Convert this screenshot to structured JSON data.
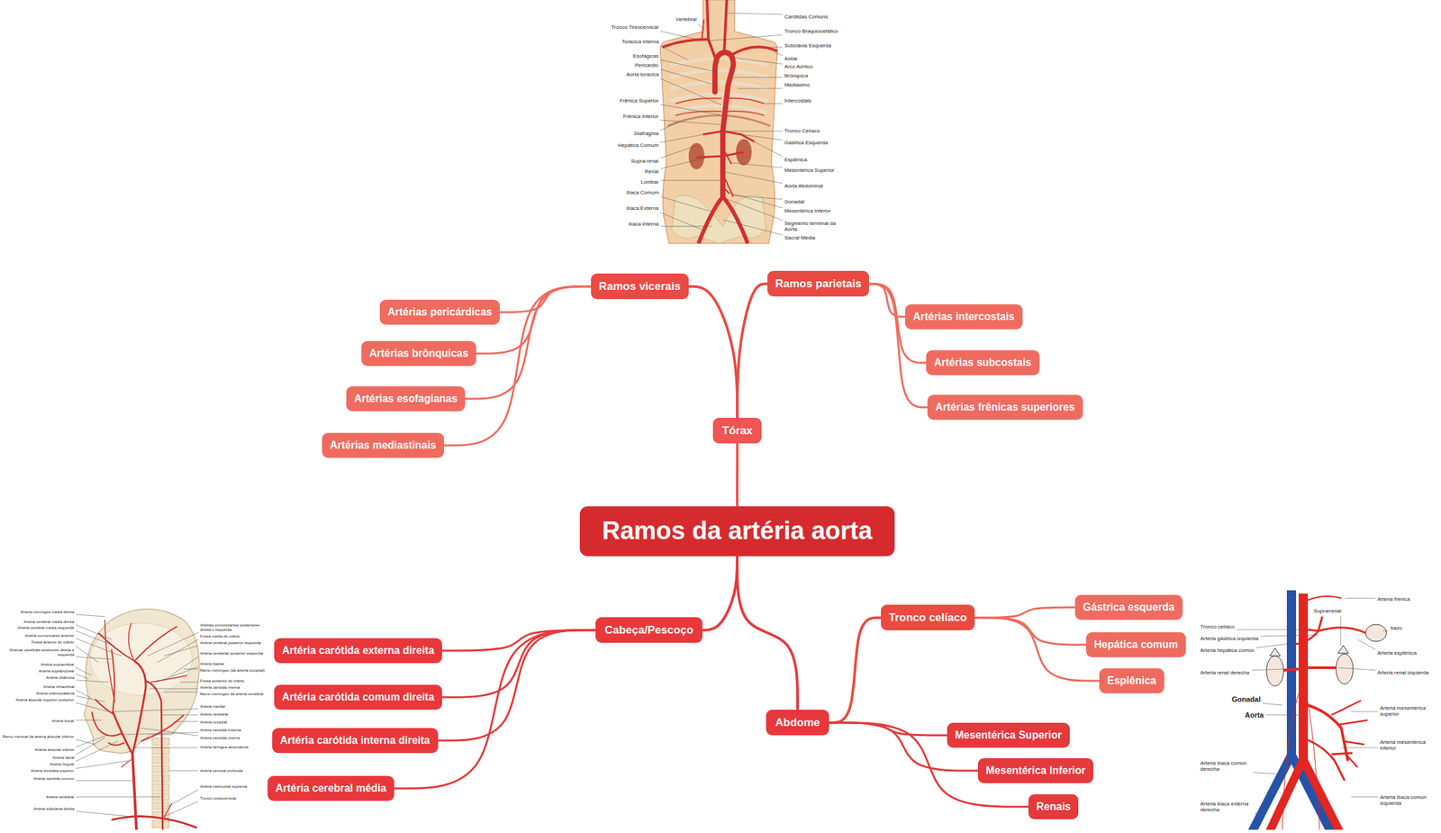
{
  "diagram": {
    "nodes": [
      {
        "text": [
          "Ramos da artéria aorta"
        ]
      },
      {
        "text": [
          "Tórax"
        ]
      },
      {
        "text": [
          "Ramos vicerais"
        ]
      },
      {
        "text": [
          "Artérias pericárdicas"
        ]
      },
      {
        "text": [
          "Artérias brônquicas"
        ]
      },
      {
        "text": [
          "Artérias esofagianas"
        ]
      },
      {
        "text": [
          "Artérias mediastinais"
        ]
      },
      {
        "text": [
          "Ramos parietais"
        ]
      },
      {
        "text": [
          "Artérias intercostais"
        ]
      },
      {
        "text": [
          "Artérias subcostais"
        ]
      },
      {
        "text": [
          "Artérias frênicas superiores"
        ]
      },
      {
        "text": [
          "Cabeça/Pescoço"
        ]
      },
      {
        "text": [
          "Artéria carótida externa direita"
        ]
      },
      {
        "text": [
          "Artéria carótida comum direita"
        ]
      },
      {
        "text": [
          "Artéria carótida interna direita"
        ]
      },
      {
        "text": [
          "Artéria cerebral média"
        ]
      },
      {
        "text": [
          "Abdome"
        ]
      },
      {
        "text": [
          "Tronco celíaco"
        ]
      },
      {
        "text": [
          "Gástrica esquerda"
        ]
      },
      {
        "text": [
          "Hepática comum"
        ]
      },
      {
        "text": [
          "Esplênica"
        ]
      },
      {
        "text": [
          "Mesentérica Superior"
        ]
      },
      {
        "text": [
          "Mesentérica Inferior"
        ]
      },
      {
        "text": [
          "Renais"
        ]
      }
    ],
    "edges": [
      {
        "from": 0,
        "to": 1,
        "arrow": "none"
      },
      {
        "from": 1,
        "to": 2,
        "arrow": "none"
      },
      {
        "from": 2,
        "to": 3,
        "arrow": "none"
      },
      {
        "from": 2,
        "to": 4,
        "arrow": "none"
      },
      {
        "from": 2,
        "to": 5,
        "arrow": "none"
      },
      {
        "from": 2,
        "to": 6,
        "arrow": "none"
      },
      {
        "from": 1,
        "to": 7,
        "arrow": "none"
      },
      {
        "from": 7,
        "to": 8,
        "arrow": "none"
      },
      {
        "from": 7,
        "to": 9,
        "arrow": "none"
      },
      {
        "from": 7,
        "to": 10,
        "arrow": "none"
      },
      {
        "from": 0,
        "to": 11,
        "arrow": "none"
      },
      {
        "from": 11,
        "to": 12,
        "arrow": "none"
      },
      {
        "from": 11,
        "to": 13,
        "arrow": "none"
      },
      {
        "from": 11,
        "to": 14,
        "arrow": "none"
      },
      {
        "from": 11,
        "to": 15,
        "arrow": "none"
      },
      {
        "from": 0,
        "to": 16,
        "arrow": "none"
      },
      {
        "from": 16,
        "to": 17,
        "arrow": "none"
      },
      {
        "from": 17,
        "to": 18,
        "arrow": "none"
      },
      {
        "from": 17,
        "to": 19,
        "arrow": "none"
      },
      {
        "from": 17,
        "to": 20,
        "arrow": "none"
      },
      {
        "from": 16,
        "to": 21,
        "arrow": "none"
      },
      {
        "from": 16,
        "to": 22,
        "arrow": "none"
      },
      {
        "from": 16,
        "to": 23,
        "arrow": "none"
      }
    ],
    "labels": [
      "Carótidas Comuns",
      "Tronco Braquiocefálico",
      "Subclávia Esquerda",
      "Axilar",
      "Arco Aórtico",
      "Brônquica",
      "Mediastino",
      "Intercostais",
      "Tronco Celíaco",
      "Gástrica Esquerda",
      "Esplênica",
      "Mesentérica Superior",
      "Aorta Abdominal",
      "Gonadal",
      "Mesentérica Inferior",
      "Segmento terminal da Aorta",
      "Sacral Média",
      "Vertebral",
      "Tronco Tireocervical",
      "Torácica interna",
      "Esofágicas",
      "Pericárdio",
      "Aorta torácica",
      "Frênica Superior",
      "Frênica Inferior",
      "Diafragma",
      "Hepática Comum",
      "Supra-renal",
      "Renal",
      "Lombar",
      "Ilíaca Comum",
      "Ilíaca Externa",
      "Ilíaca Interna",
      "Artéria meníngea média direita",
      "Artéria cerebral média direita",
      "Artéria cerebral média esquerda",
      "Artéria comunicante anterior",
      "Fossa anterior do crânio",
      "Artérias cerebrais anteriores direita e esquerda",
      "Artéria supraorbital",
      "Artéria supratroclear",
      "Artéria oftálmica",
      "Artéria infraorbital",
      "Artéria esfenopalatina",
      "Artéria alveolar superior posterior",
      "Artéria bucal",
      "Ramo mentual da artéria alveolar inferior",
      "Artéria alveolar inferior",
      "Artéria facial",
      "Artéria lingual",
      "Artéria tireóidea superior",
      "Artéria carótida comum",
      "Artéria vertebral",
      "Artéria subclávia direita",
      "Artérias comunicantes posteriores direita e esquerda",
      "Fossa média do crânio",
      "Artéria cerebral posterior esquerda",
      "Artéria cerebelar posterior esquerda",
      "Artéria basilar",
      "Ramo meníngeo (da artéria occipital)",
      "Fossa posterior do crânio",
      "Artéria carótida interna",
      "Ramo meníngeo da artéria vertebral",
      "Artéria maxilar",
      "Artéria vertebral",
      "Artéria occipital",
      "Artéria carótida externa",
      "Artéria carótida interna",
      "Artéria laríngea ascendente",
      "Artéria cervical profunda",
      "Artéria intercostal suprema",
      "Tronco costocervical",
      "Arteria frénica",
      "Suprarrenal",
      "Tronco celíaco",
      "bazo",
      "Arteria gástrica izquierda",
      "Arteria esplénica",
      "Arteria hepática común",
      "Arteria renal izquierda",
      "Arteria renal derecha",
      "Gonadal",
      "Aorta",
      "Arteria mesentérica superior",
      "Arteria mesentérica inferior",
      "Arteria ilíaca común derecha",
      "Arteria ilíaca común izquierda",
      "Arteria ilíaca externa derecha"
    ]
  }
}
